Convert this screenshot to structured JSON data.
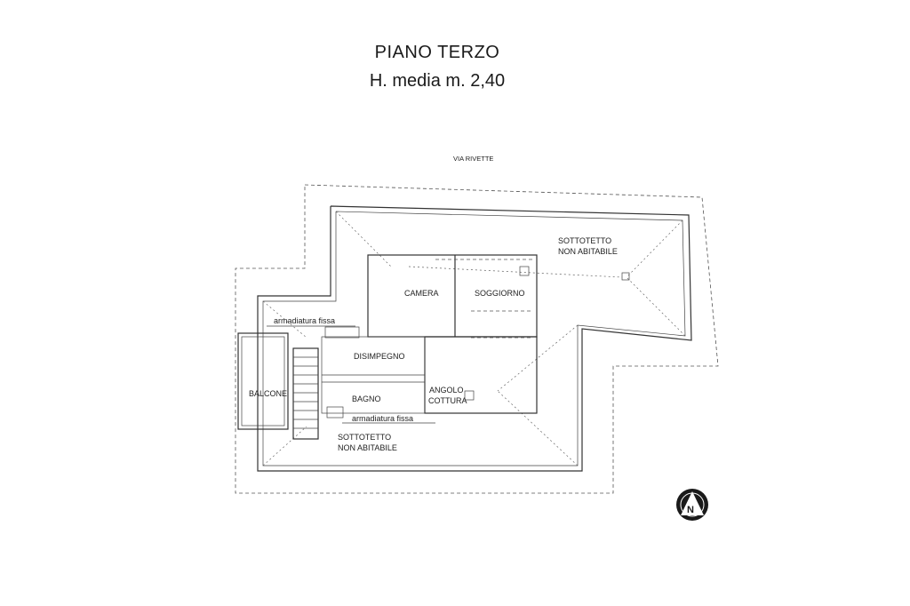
{
  "header": {
    "title": "PIANO TERZO",
    "subtitle": "H. media m. 2,40"
  },
  "plan": {
    "street": "VIA RIVETTE",
    "rooms": {
      "camera": "CAMERA",
      "soggiorno": "SOGGIORNO",
      "disimpegno": "DISIMPEGNO",
      "bagno": "BAGNO",
      "angolo_line1": "ANGOLO",
      "angolo_line2": "COTTURA",
      "balcone": "BALCONE"
    },
    "notes": {
      "armadiatura_top": "armadiatura fissa",
      "armadiatura_bottom": "armadiatura fissa",
      "sottotetto_top_line1": "SOTTOTETTO",
      "sottotetto_top_line2": "NON ABITABILE",
      "sottotetto_bottom_line1": "SOTTOTETTO",
      "sottotetto_bottom_line2": "NON ABITABILE"
    },
    "north_label": "N"
  }
}
